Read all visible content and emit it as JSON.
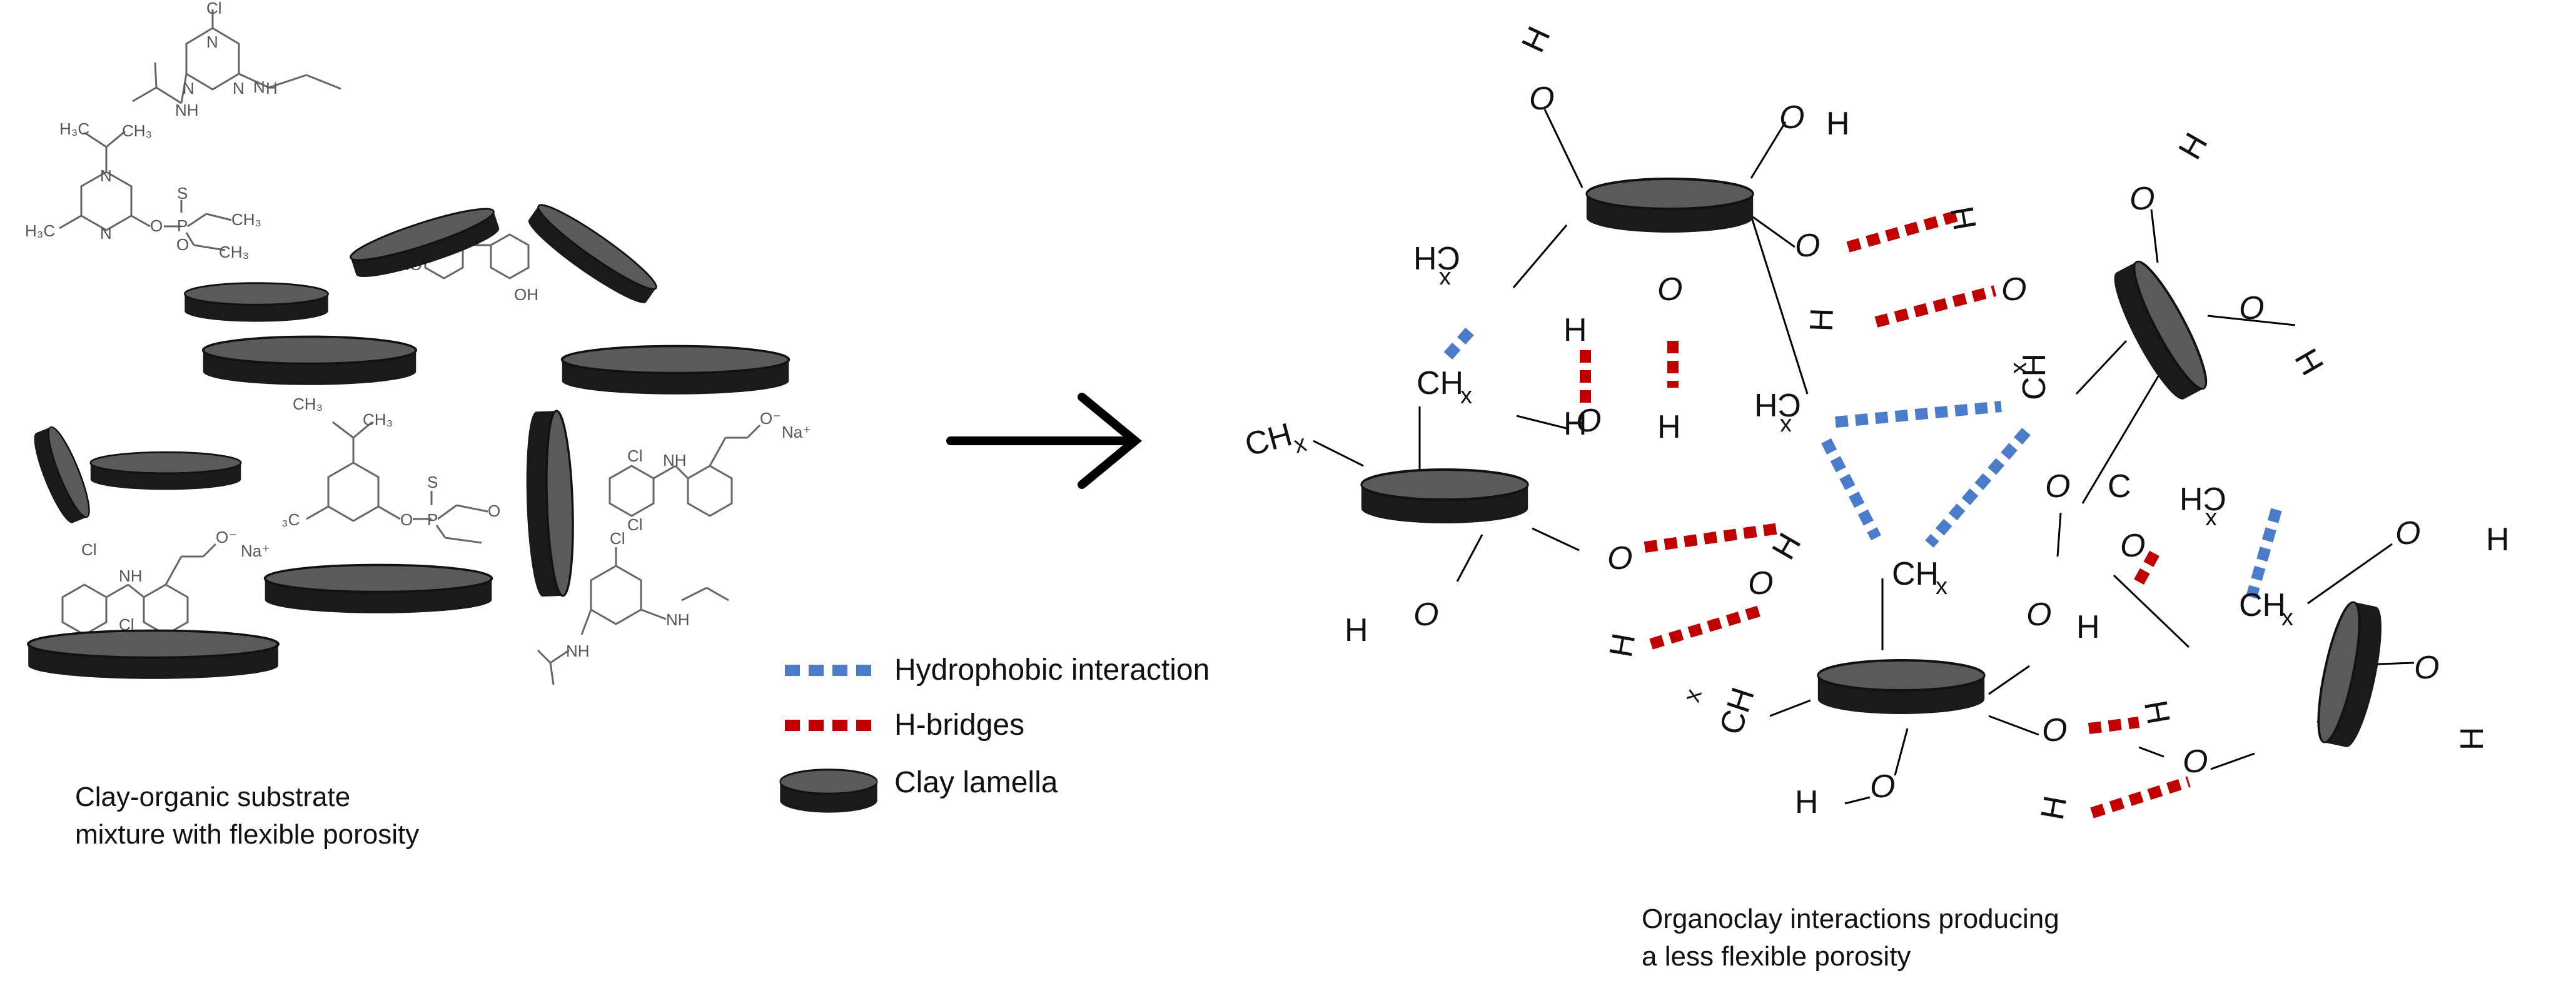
{
  "captions": {
    "left_line1": "Clay-organic substrate",
    "left_line2": "mixture with flexible porosity",
    "right_line1": "Organoclay interactions producing",
    "right_line2": "a less flexible porosity"
  },
  "legend": [
    {
      "label": "Hydrophobic interaction",
      "color": "#4a7cc9",
      "symbol": "dashed-blue-line"
    },
    {
      "label": "H-bridges",
      "color": "#c00000",
      "symbol": "dashed-red-line"
    },
    {
      "label": "Clay lamella",
      "color": "#1a1a1a",
      "symbol": "clay-lamella-disc"
    }
  ],
  "arrow": {
    "symbol": "right-arrow-icon"
  },
  "atom_labels": {
    "ch": "CH",
    "ch_subscript": "x",
    "o": "O",
    "h": "H",
    "c": "C"
  },
  "molecule_labels": {
    "cl": "Cl",
    "n": "N",
    "h": "H",
    "nh": "NH",
    "ho": "HO",
    "oh": "OH",
    "s": "S",
    "p": "P",
    "o": "O",
    "h3c": "H₃C",
    "ch3": "CH₃",
    "o_minus": "O⁻",
    "na_plus": "Na⁺",
    "frag_c": "₃C"
  },
  "colors": {
    "disc_dark": "#1a1a1a",
    "disc_top": "#5a5a5a",
    "hydrophobic": "#4a7cc9",
    "hbridge": "#c00000",
    "molecule": "#666666"
  }
}
